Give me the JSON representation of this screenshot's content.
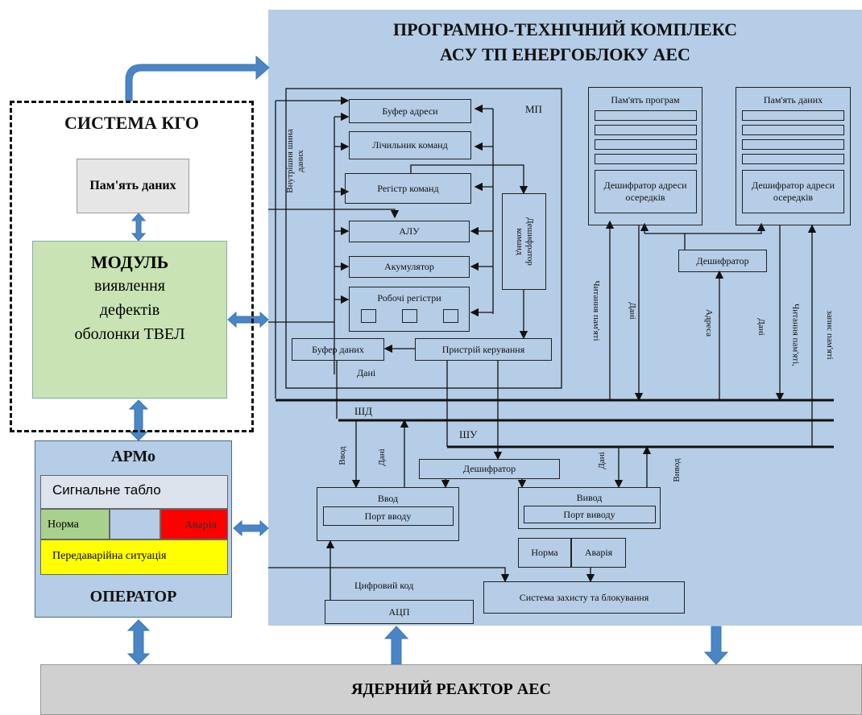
{
  "complex": {
    "title_line1": "ПРОГРАМНО-ТЕХНІЧНИЙ КОМПЛЕКС",
    "title_line2": "АСУ ТП ЕНЕРГОБЛОКУ АЕС"
  },
  "mp": {
    "label": "МП",
    "internal_bus": "Внутрішня шина даних",
    "address_buffer": "Буфер адреси",
    "command_counter": "Лічильник команд",
    "command_register": "Регістр команд",
    "alu": "АЛУ",
    "accumulator": "Акумулятор",
    "work_registers": "Робочі регістри",
    "command_decoder": "Дешифратор команд",
    "data_buffer": "Буфер даних",
    "control_unit": "Пристрій керування",
    "data_label": "Дані"
  },
  "program_memory": {
    "title": "Пам'ять програм",
    "decoder": "Дешифратор адреси осередків"
  },
  "data_memory": {
    "title": "Пам'ять даних",
    "decoder": "Дешифратор адреси осередків"
  },
  "decoder_mid": "Дешифратор",
  "vertical_labels": {
    "read_memory": "Читання пам'яті",
    "data1": "Дані",
    "address": "Адреса",
    "data2": "Дані",
    "read_memory2": "Читання пам'яті,",
    "write_memory": "запис пам'яті",
    "input": "Ввод",
    "data3": "Дані",
    "data4": "Дані",
    "output": "Вивод"
  },
  "buses": {
    "data_bus": "ШД",
    "control_bus": "ШУ"
  },
  "io": {
    "decoder": "Дешифратор",
    "input_title": "Ввод",
    "input_port": "Порт вводу",
    "output_title": "Вивод",
    "output_port": "Порт виводу",
    "norm": "Норма",
    "alarm": "Аварія",
    "protection": "Система захисту та блокування",
    "digital_code": "Цифровий код",
    "adc": "АЦП"
  },
  "kgo": {
    "title": "СИСТЕМА КГО",
    "memory": "Пам'ять даних",
    "module_title": "МОДУЛЬ",
    "module_desc": "виявлення дефектів оболонки ТВЕЛ"
  },
  "arm": {
    "title": "АРМо",
    "signal_panel": "Сигнальне табло",
    "norm": "Норма",
    "alarm": "Аварія",
    "pre_alarm": "Передаварійна ситуація",
    "operator": "ОПЕРАТОР"
  },
  "reactor": {
    "label": "ЯДЕРНИЙ РЕАКТОР АЕС"
  },
  "colors": {
    "complex_bg": "#b5cde6",
    "arrow": "#4a86c6",
    "module_bg": "#c9e3b4",
    "reactor_bg": "#d0d0d0",
    "alarm_red": "#ff0000",
    "norm_green": "#a9d18e",
    "pre_alarm_yellow": "#ffff00"
  }
}
